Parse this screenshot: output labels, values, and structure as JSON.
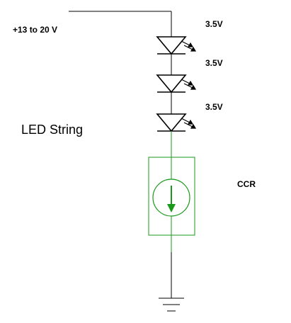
{
  "labels": {
    "supply": "+13 to 20 V",
    "led1_voltage": "3.5V",
    "led2_voltage": "3.5V",
    "led3_voltage": "3.5V",
    "string_label": "LED String",
    "ccr_label": "CCR"
  },
  "colors": {
    "wire": "#000000",
    "ccr": "#1a9a1a",
    "ground": "#000000"
  },
  "components": {
    "leds": [
      "led-1",
      "led-2",
      "led-3"
    ],
    "regulator": "constant-current-regulator",
    "ground": "ground-symbol"
  }
}
